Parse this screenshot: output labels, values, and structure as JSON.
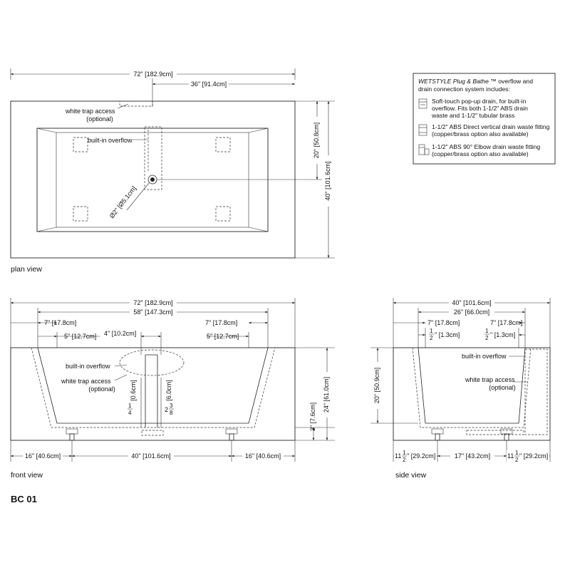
{
  "drawing_id": "BC 01",
  "legend": {
    "line1_brand": "WETSTYLE Plug & Bathe",
    "line1_rest": " ™ overflow  and",
    "line2": "drain connection system includes:",
    "item1": [
      "Soft-touch pop-up drain, for built-in",
      "overflow. Fits both 1-1/2\" ABS drain",
      "waste and 1-1/2\" tubular brass"
    ],
    "item2": [
      "1-1/2\" ABS Direct vertical drain waste fitting",
      "(copper/brass option also available)"
    ],
    "item3": [
      "1-1/2\" ABS 90° Elbow drain waste fitting",
      "(copper/brass option also available)"
    ]
  },
  "plan_view": {
    "label": "plan view",
    "overall_width": "72\" [182.9cm]",
    "center_width": "36\" [91.4cm]",
    "half_depth": "20\" [50.8cm]",
    "overall_depth": "40\" [101.6cm]",
    "drain_diameter": "Ø2\" [Ø5.1cm]",
    "trap_access": [
      "white trap access",
      "(optional)"
    ],
    "overflow": "built-in overflow"
  },
  "front_view": {
    "label": "front view",
    "overall_width": "72\" [182.9cm]",
    "basin_width": "58\" [147.3cm]",
    "left_7": "7\" [17.8cm]",
    "right_7": "7\" [17.8cm]",
    "left_5": "5\" [12.7cm]",
    "right_5": "5\" [12.7cm]",
    "center_4": "4\" [10.2cm]",
    "overflow": "built-in overflow",
    "trap_access": [
      "white trap access",
      "(optional)"
    ],
    "d_06": "[0.6cm]",
    "d_06_whole": "",
    "d_06_num": "1",
    "d_06_den": "4",
    "d_60": "[6.0cm]",
    "d_60_whole": "2",
    "d_60_num": "3",
    "d_60_den": "8",
    "d_3": "3\" [7.6cm]",
    "d_24": "24\" [61.0cm]",
    "bottom_left": "16\" [40.6cm]",
    "bottom_center": "40\" [101.6cm]",
    "bottom_right": "16\" [40.6cm]"
  },
  "side_view": {
    "label": "side view",
    "overall_width": "40\" [101.6cm]",
    "basin_width": "26\" [66.0cm]",
    "left_7": "7\" [17.8cm]",
    "right_7": "7\" [17.8cm]",
    "half_left": "\" [1.3cm]",
    "half_right": "\" [1.3cm]",
    "half_num": "1",
    "half_den": "2",
    "height": "20\" [50.9cm]",
    "overflow": "built-in overflow",
    "trap_access": [
      "white trap access",
      "(optional)"
    ],
    "bottom_left_whole": "11",
    "bottom_left_rest": "\" [29.2cm]",
    "bottom_center": "17\" [43.2cm]",
    "bottom_right_whole": "11",
    "bottom_right_rest": "\" [29.2cm]",
    "bottom_frac_num": "1",
    "bottom_frac_den": "2"
  }
}
